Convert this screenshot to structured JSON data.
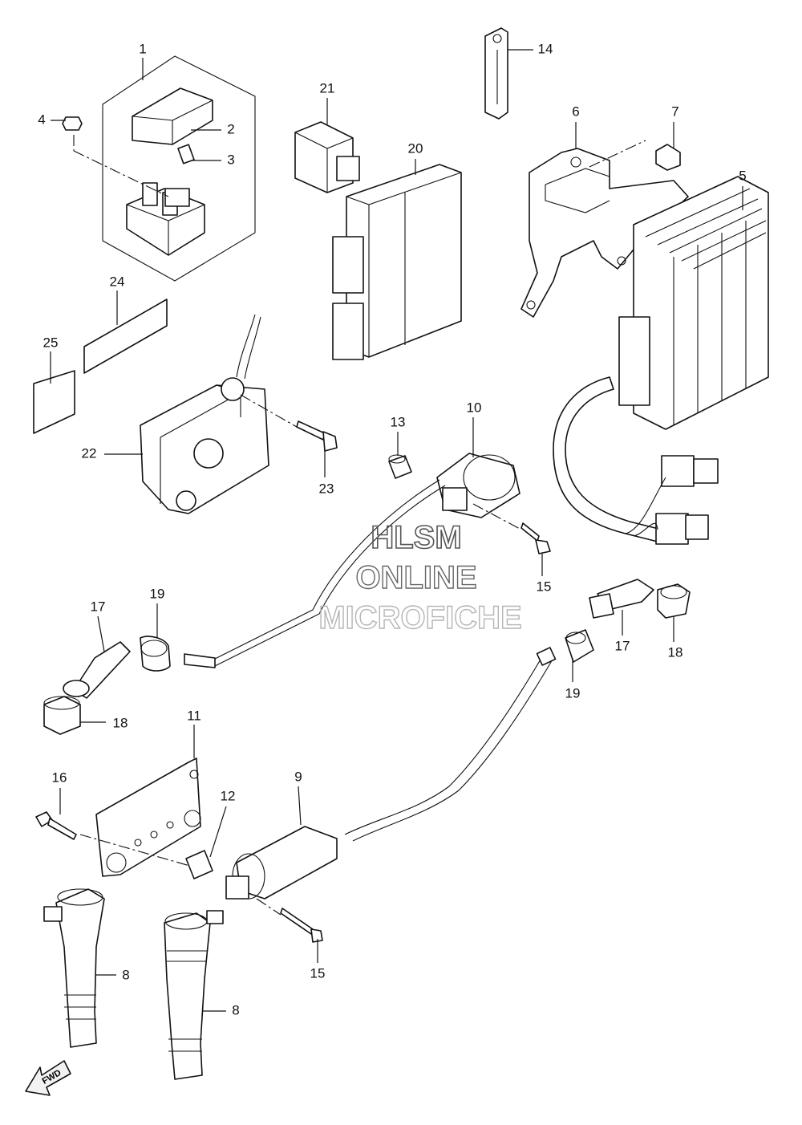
{
  "watermark": {
    "line1": "HLSM",
    "line2": "ONLINE",
    "line3": "MICROFICHE"
  },
  "fwd_label": "FWD",
  "callouts": {
    "c1": "1",
    "c2": "2",
    "c3": "3",
    "c4": "4",
    "c5": "5",
    "c6": "6",
    "c7": "7",
    "c8a": "8",
    "c8b": "8",
    "c9": "9",
    "c10": "10",
    "c11": "11",
    "c12": "12",
    "c13": "13",
    "c14": "14",
    "c15a": "15",
    "c15b": "15",
    "c16": "16",
    "c17a": "17",
    "c17b": "17",
    "c18a": "18",
    "c18b": "18",
    "c19a": "19",
    "c19b": "19",
    "c20": "20",
    "c21": "21",
    "c22": "22",
    "c23": "23",
    "c24": "24",
    "c25": "25"
  }
}
